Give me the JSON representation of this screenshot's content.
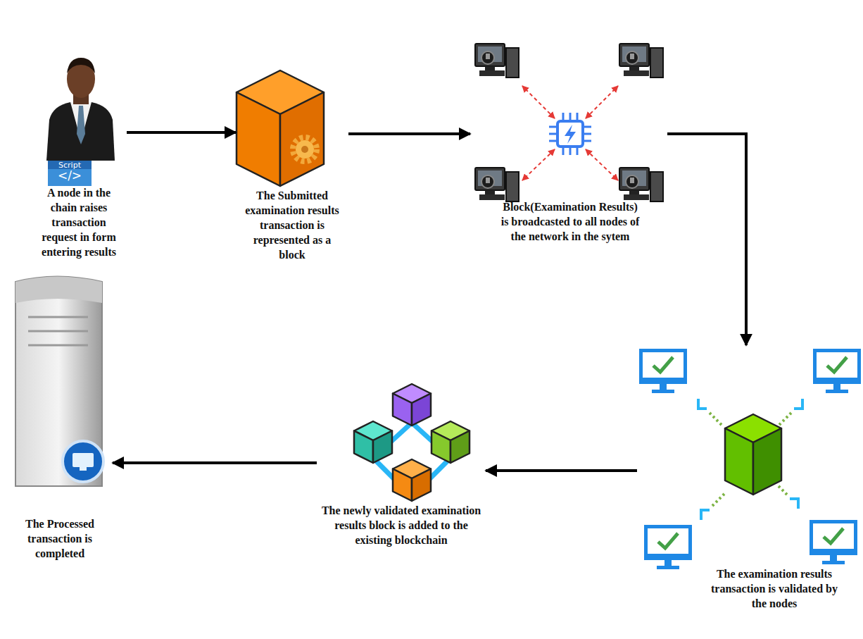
{
  "diagram": {
    "nodes": [
      {
        "text": [
          "A node in the chain raises transaction request in form entering results"
        ]
      },
      {
        "text": [
          "The Submitted examination results transaction is represented as a block"
        ]
      },
      {
        "text": [
          "Block(Examination Results) is broadcasted to all nodes of the network in the sytem"
        ]
      },
      {
        "text": [
          "The examination results transaction is validated by the nodes"
        ]
      },
      {
        "text": [
          "The newly validated examination results block is added to the existing blockchain"
        ]
      },
      {
        "text": [
          "The Processed transaction is completed"
        ]
      }
    ],
    "edges": [
      {
        "from": 0,
        "to": 1,
        "arrow": "to"
      },
      {
        "from": 1,
        "to": 2,
        "arrow": "to"
      },
      {
        "from": 2,
        "to": 3,
        "arrow": "to"
      },
      {
        "from": 3,
        "to": 4,
        "arrow": "to"
      },
      {
        "from": 4,
        "to": 5,
        "arrow": "to"
      }
    ],
    "labels": [
      "Script",
      "</>"
    ]
  }
}
